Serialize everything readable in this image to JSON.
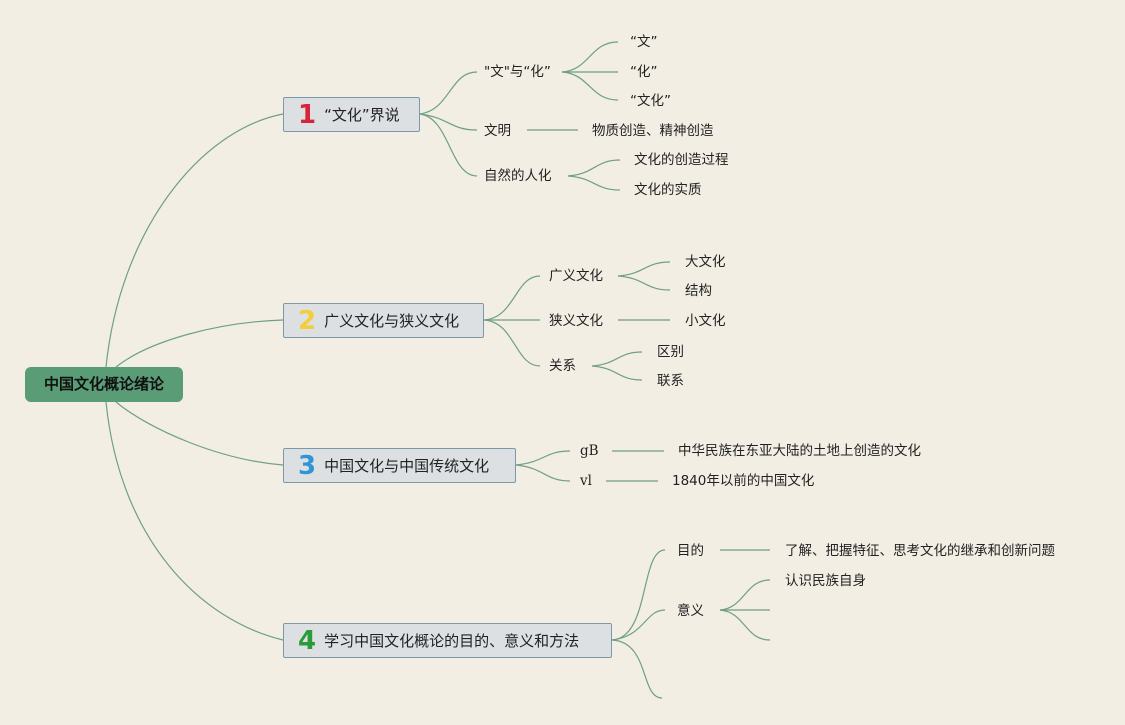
{
  "root": "中国文化概论绪论",
  "branches": [
    {
      "num": "1",
      "num_color": "#d6243a",
      "label": "“文化”界说",
      "children": [
        {
          "label": "\"文\"与“化”",
          "children": [
            "“文”",
            "“化”",
            "“文化”"
          ]
        },
        {
          "label": "文明",
          "children": [
            "物质创造、精神创造"
          ]
        },
        {
          "label": "自然的人化",
          "children": [
            "文化的创造过程",
            "文化的实质"
          ]
        }
      ]
    },
    {
      "num": "2",
      "num_color": "#f2cf3a",
      "label": "广义文化与狭义文化",
      "children": [
        {
          "label": "广义文化",
          "children": [
            "大文化",
            "结构"
          ]
        },
        {
          "label": "狭义文化",
          "children": [
            "小文化"
          ]
        },
        {
          "label": "关系",
          "children": [
            "区别",
            "联系"
          ]
        }
      ]
    },
    {
      "num": "3",
      "num_color": "#2f95d4",
      "label": "中国文化与中国传统文化",
      "children": [
        {
          "label": "gB",
          "children": [
            "中华民族在东亚大陆的土地上创造的文化"
          ]
        },
        {
          "label": "vl",
          "children": [
            "1840年以前的中国文化"
          ]
        }
      ]
    },
    {
      "num": "4",
      "num_color": "#2a9a3a",
      "label": "学习中国文化概论的目的、意义和方法",
      "children": [
        {
          "label": "目的",
          "children": [
            "了解、把握特征、思考文化的继承和创新问题"
          ]
        },
        {
          "label": "意义",
          "children": [
            "认识民族自身",
            "",
            ""
          ]
        },
        {
          "label": "",
          "children": []
        }
      ]
    }
  ],
  "colors": {
    "background": "#f2eee4",
    "root_fill": "#5a9c76",
    "branch_fill": "#dde0e2",
    "link": "#6e9f87"
  }
}
